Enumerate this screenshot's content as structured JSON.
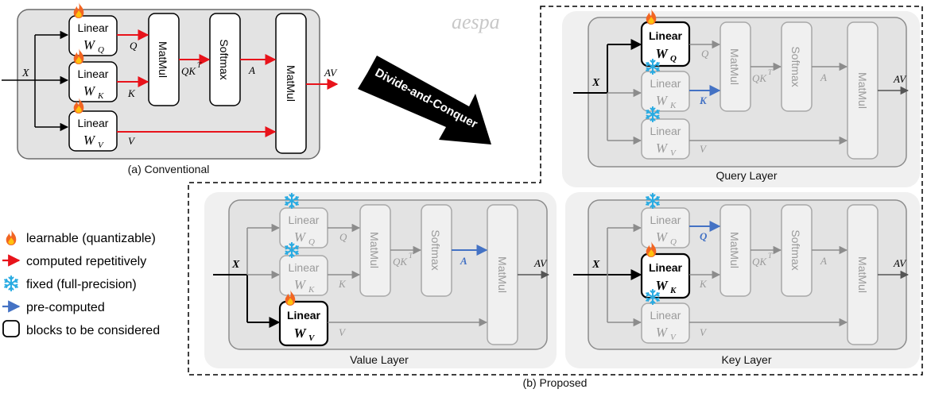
{
  "watermark": "aespa",
  "labels": {
    "linear": "Linear",
    "matmul": "MatMul",
    "softmax": "Softmax",
    "x": "X",
    "q": "Q",
    "k": "K",
    "v": "V",
    "qkt": "QK",
    "t": "T",
    "a": "A",
    "av": "AV",
    "wq": "W",
    "wq_sub": "Q",
    "wk": "W",
    "wk_sub": "K",
    "wv": "W",
    "wv_sub": "V"
  },
  "captions": {
    "conventional": "(a) Conventional",
    "query_layer": "Query Layer",
    "value_layer": "Value Layer",
    "key_layer": "Key Layer",
    "proposed": "(b) Proposed"
  },
  "arrow_label": "Divide-and-Conquer",
  "legend": [
    {
      "icon": "fire-icon",
      "text": "learnable (quantizable)"
    },
    {
      "icon": "red-arrow-icon",
      "text": "computed repetitively"
    },
    {
      "icon": "snowflake-icon",
      "text": "fixed (full-precision)"
    },
    {
      "icon": "blue-arrow-icon",
      "text": "pre-computed"
    },
    {
      "icon": "rounded-box-icon",
      "text": "blocks to be considered"
    }
  ],
  "colors": {
    "red": "#e8131b",
    "blue": "#4472c4",
    "gray": "#8c8c8c",
    "panel": "#e3e3e3",
    "fire": "#f26522",
    "ice": "#29abe2"
  }
}
